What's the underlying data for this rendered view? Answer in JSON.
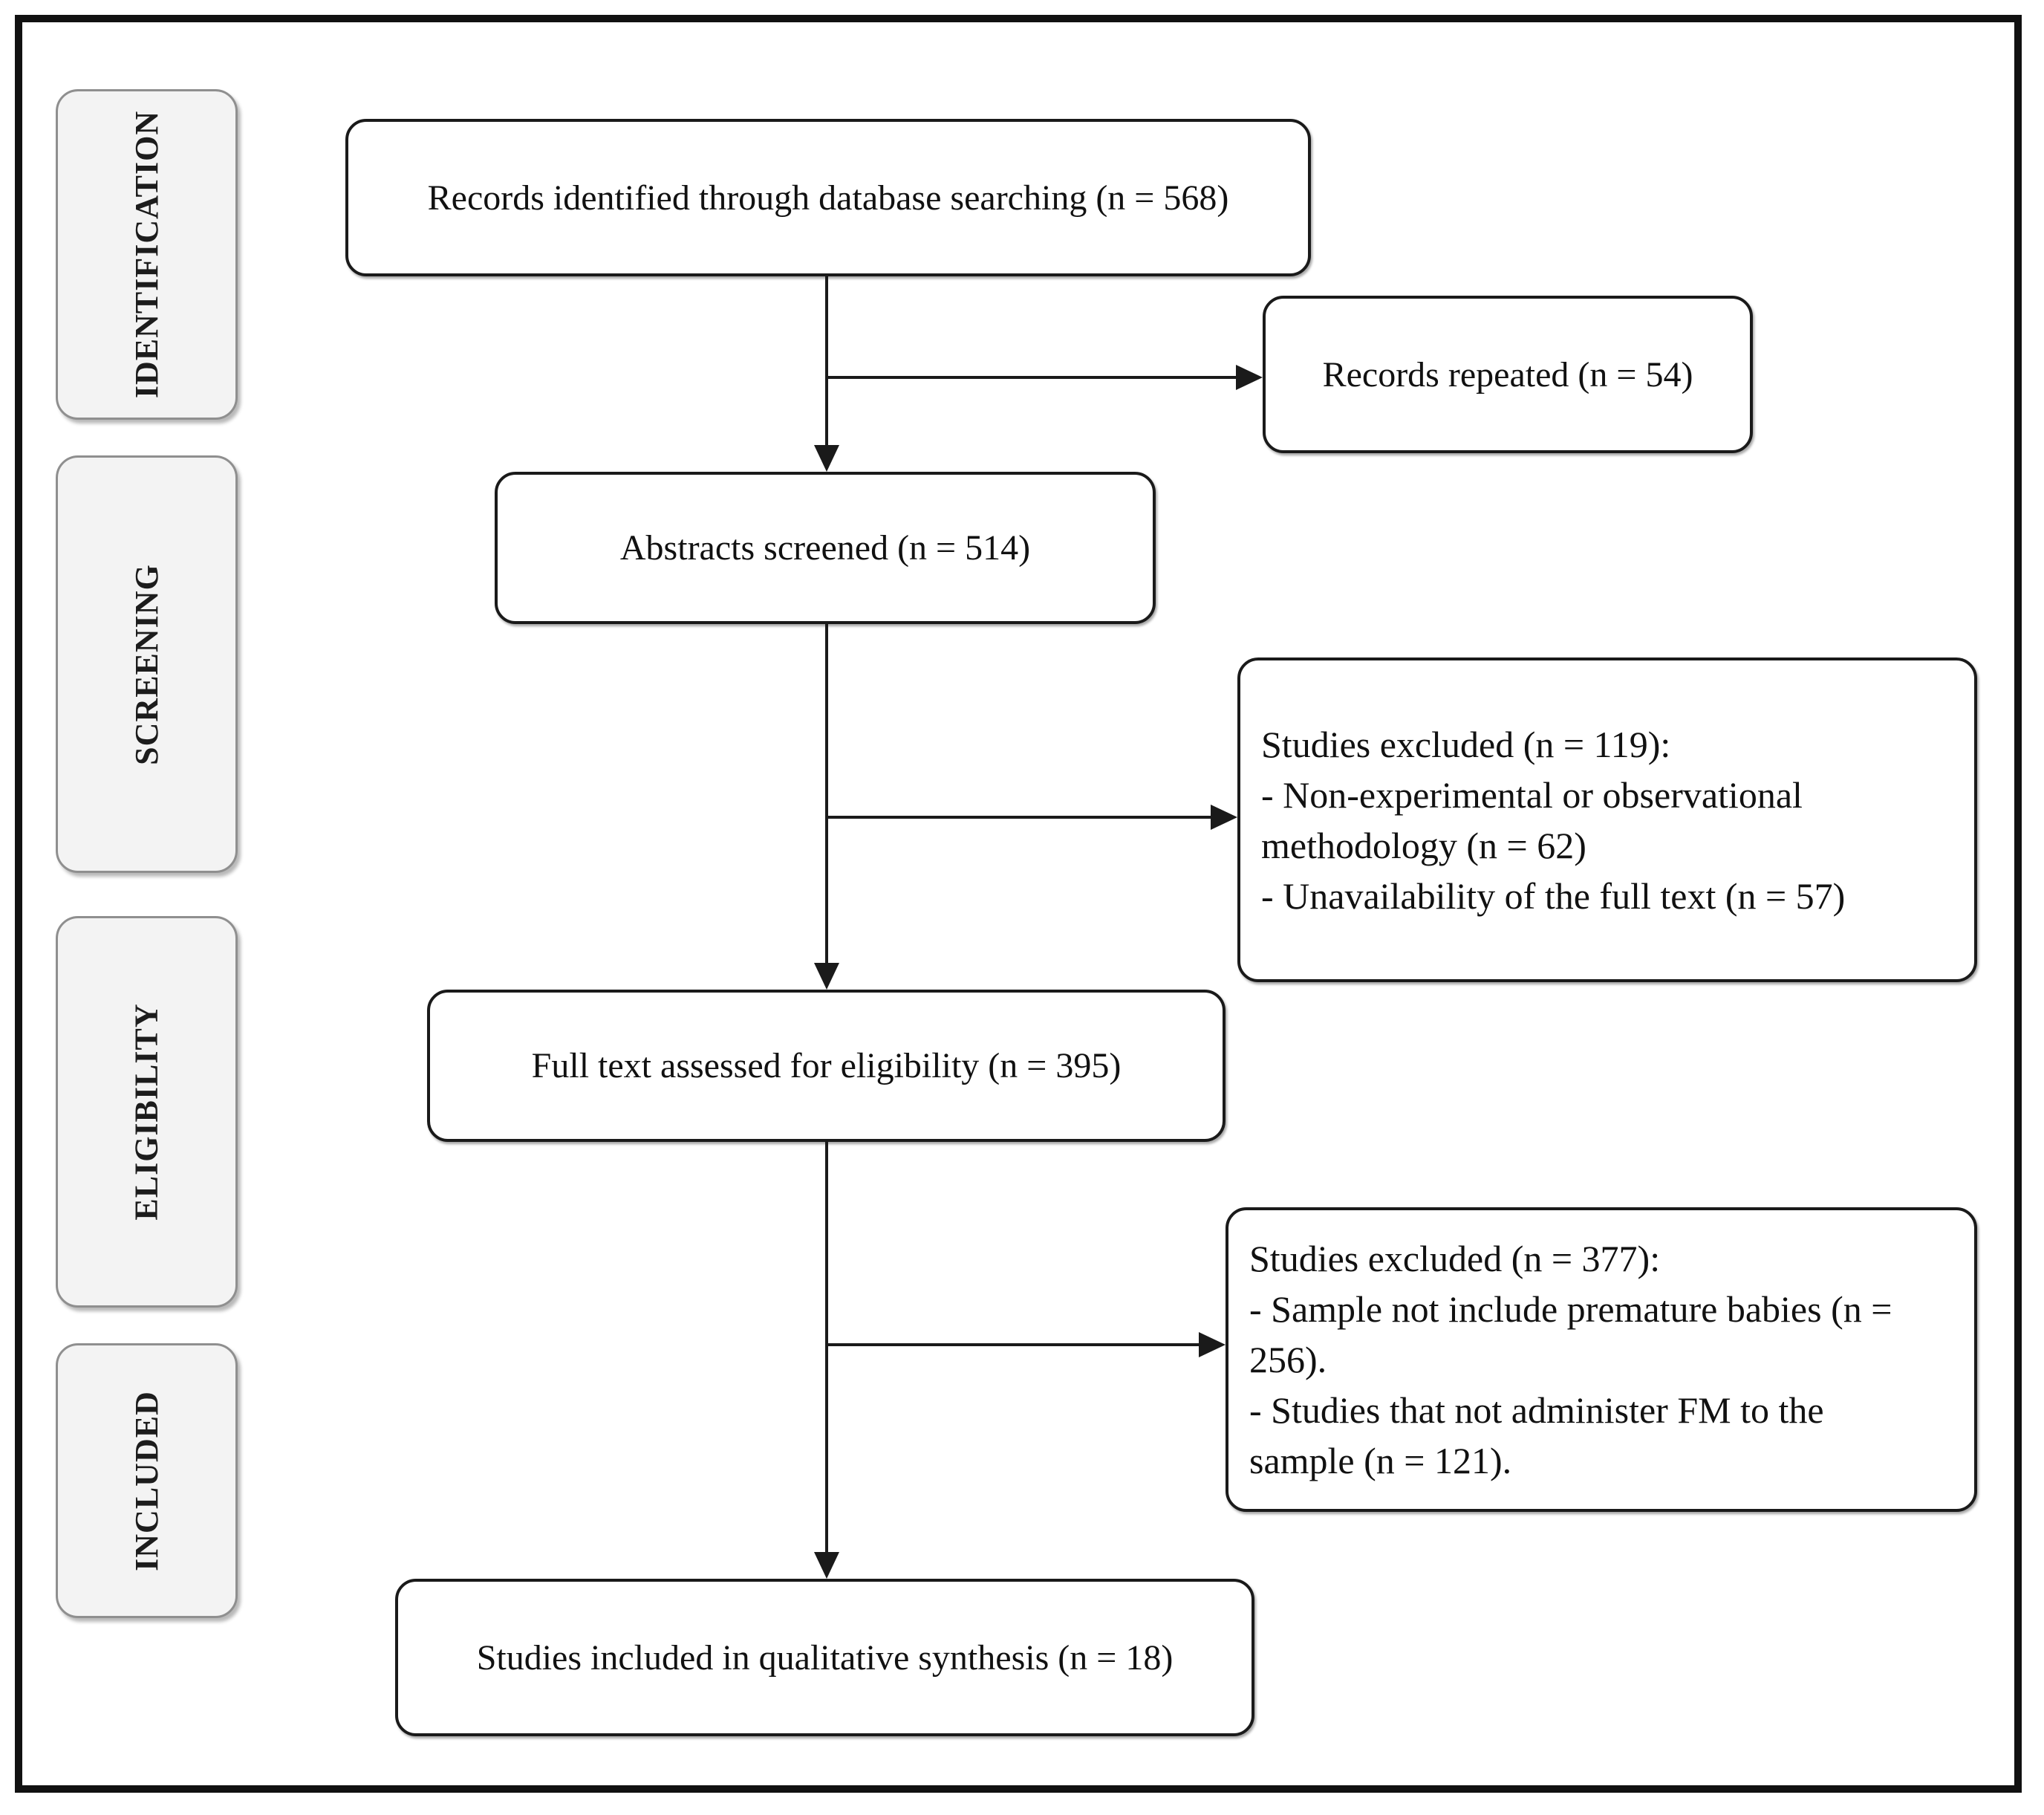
{
  "diagram": {
    "type": "prisma-flowchart",
    "stages": [
      {
        "label": "IDENTIFICATION"
      },
      {
        "label": "SCREENING"
      },
      {
        "label": "ELIGIBILITY"
      },
      {
        "label": "INCLUDED"
      }
    ],
    "boxes": {
      "records_identified": {
        "text": "Records identified through database searching (n = 568)"
      },
      "records_repeated": {
        "text": "Records repeated (n = 54)"
      },
      "abstracts_screened": {
        "text": "Abstracts screened (n = 514)"
      },
      "studies_excluded_screening": {
        "lines": [
          "Studies excluded (n = 119):",
          "- Non-experimental or observational",
          "methodology (n = 62)",
          "- Unavailability of the full text (n = 57)"
        ]
      },
      "full_text_assessed": {
        "text": "Full text assessed for eligibility (n = 395)"
      },
      "studies_excluded_eligibility": {
        "lines": [
          "Studies excluded (n = 377):",
          "- Sample not include premature babies (n =",
          "256).",
          "- Studies that not administer FM to the",
          "sample (n = 121)."
        ]
      },
      "studies_included": {
        "text": "Studies included in qualitative synthesis (n = 18)"
      }
    },
    "counts": {
      "records_identified": 568,
      "records_repeated": 54,
      "abstracts_screened": 514,
      "excluded_screening_total": 119,
      "excluded_non_experimental": 62,
      "excluded_full_text_unavailable": 57,
      "full_text_assessed": 395,
      "excluded_eligibility_total": 377,
      "excluded_no_premature_babies": 256,
      "excluded_no_fm_administered": 121,
      "included_qualitative_synthesis": 18
    },
    "colors": {
      "background": "#ffffff",
      "outer_frame": "#111111",
      "stage_fill": "#f3f3f3",
      "stage_border": "#8f8f8f",
      "flow_box_border": "#1a1a1a",
      "connector": "#1a1a1a",
      "text": "#111111"
    }
  }
}
